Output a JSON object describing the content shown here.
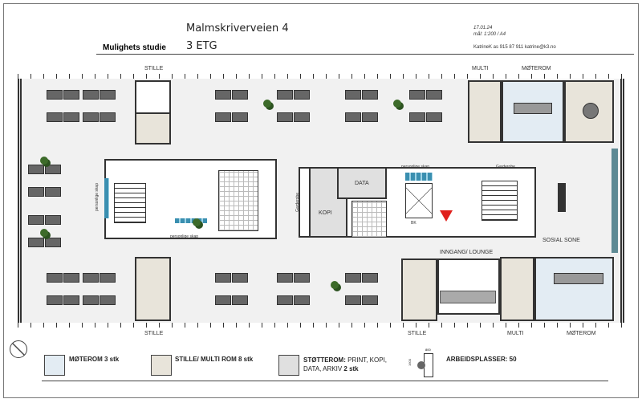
{
  "header": {
    "project": "Malmskriverveien 4",
    "floor": "3 ETG",
    "subtitle": "Mulighets studie",
    "date": "17.01.24",
    "scale": "mål: 1:200 / A4",
    "contact": "KatrineK as  915 87 911  katrine@k3.no"
  },
  "room_labels": {
    "top_stille": "STILLE",
    "top_multi": "MULTI",
    "top_moterom": "MØTEROM",
    "bottom_stille_1": "STILLE",
    "bottom_stille_2": "STILLE",
    "bottom_multi": "MULTI",
    "bottom_moterom": "MØTEROM",
    "data": "DATA",
    "kopi": "KOPI",
    "bk": "BK",
    "garderobe_1": "Garderobe",
    "garderobe_2": "Garderobe",
    "personlige_skap_1": "personlige skap",
    "personlige_skap_2": "personlige skap",
    "personlige_skap_3": "personlige skap",
    "sosial_sone": "SOSIAL SONE",
    "inngang": "INNGANG/ LOUNGE"
  },
  "legend": {
    "moterom": {
      "label": "MØTEROM 3 stk",
      "color": "#e3ecf3"
    },
    "stille_multi": {
      "label": "STILLE/ MULTI ROM 8 stk",
      "color": "#e8e4da"
    },
    "stotterom": {
      "label_bold": "STØTTEROM:",
      "label": " PRINT, KOPI, DATA, ARKIV ",
      "count": "2 stk",
      "color": "#e0e0e0"
    },
    "workstation": {
      "width": "800",
      "depth": "1600"
    },
    "arbeidsplasser": "ARBEIDSPLASSER: 50"
  },
  "colors": {
    "entrance_marker": "#e0201c",
    "locker": "#3a8fb0"
  }
}
